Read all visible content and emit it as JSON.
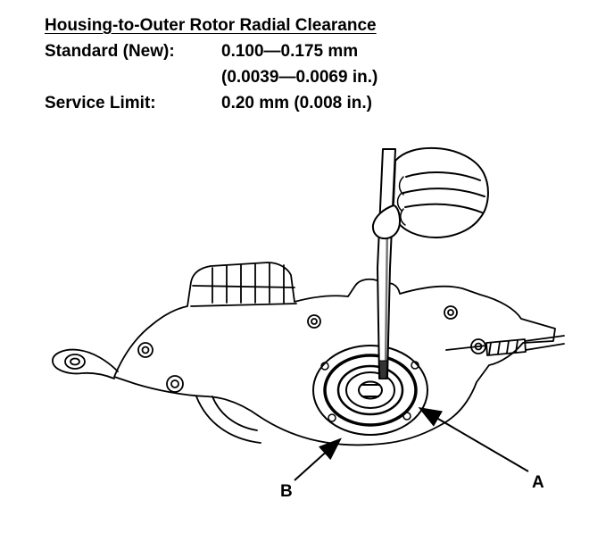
{
  "page": {
    "background": "#ffffff",
    "ink": "#000000"
  },
  "spec": {
    "title": "Housing-to-Outer Rotor Radial Clearance",
    "standard_label": "Standard (New):",
    "standard_value_mm": "0.100—0.175 mm",
    "standard_value_in": "(0.0039—0.0069 in.)",
    "service_label": "Service Limit:",
    "service_value": "0.20 mm (0.008 in.)"
  },
  "figure": {
    "alt": "Hand holding a feeler gauge vertically to measure housing-to-outer rotor radial clearance on an oil pump housing",
    "label_a": "A",
    "label_b": "B"
  }
}
